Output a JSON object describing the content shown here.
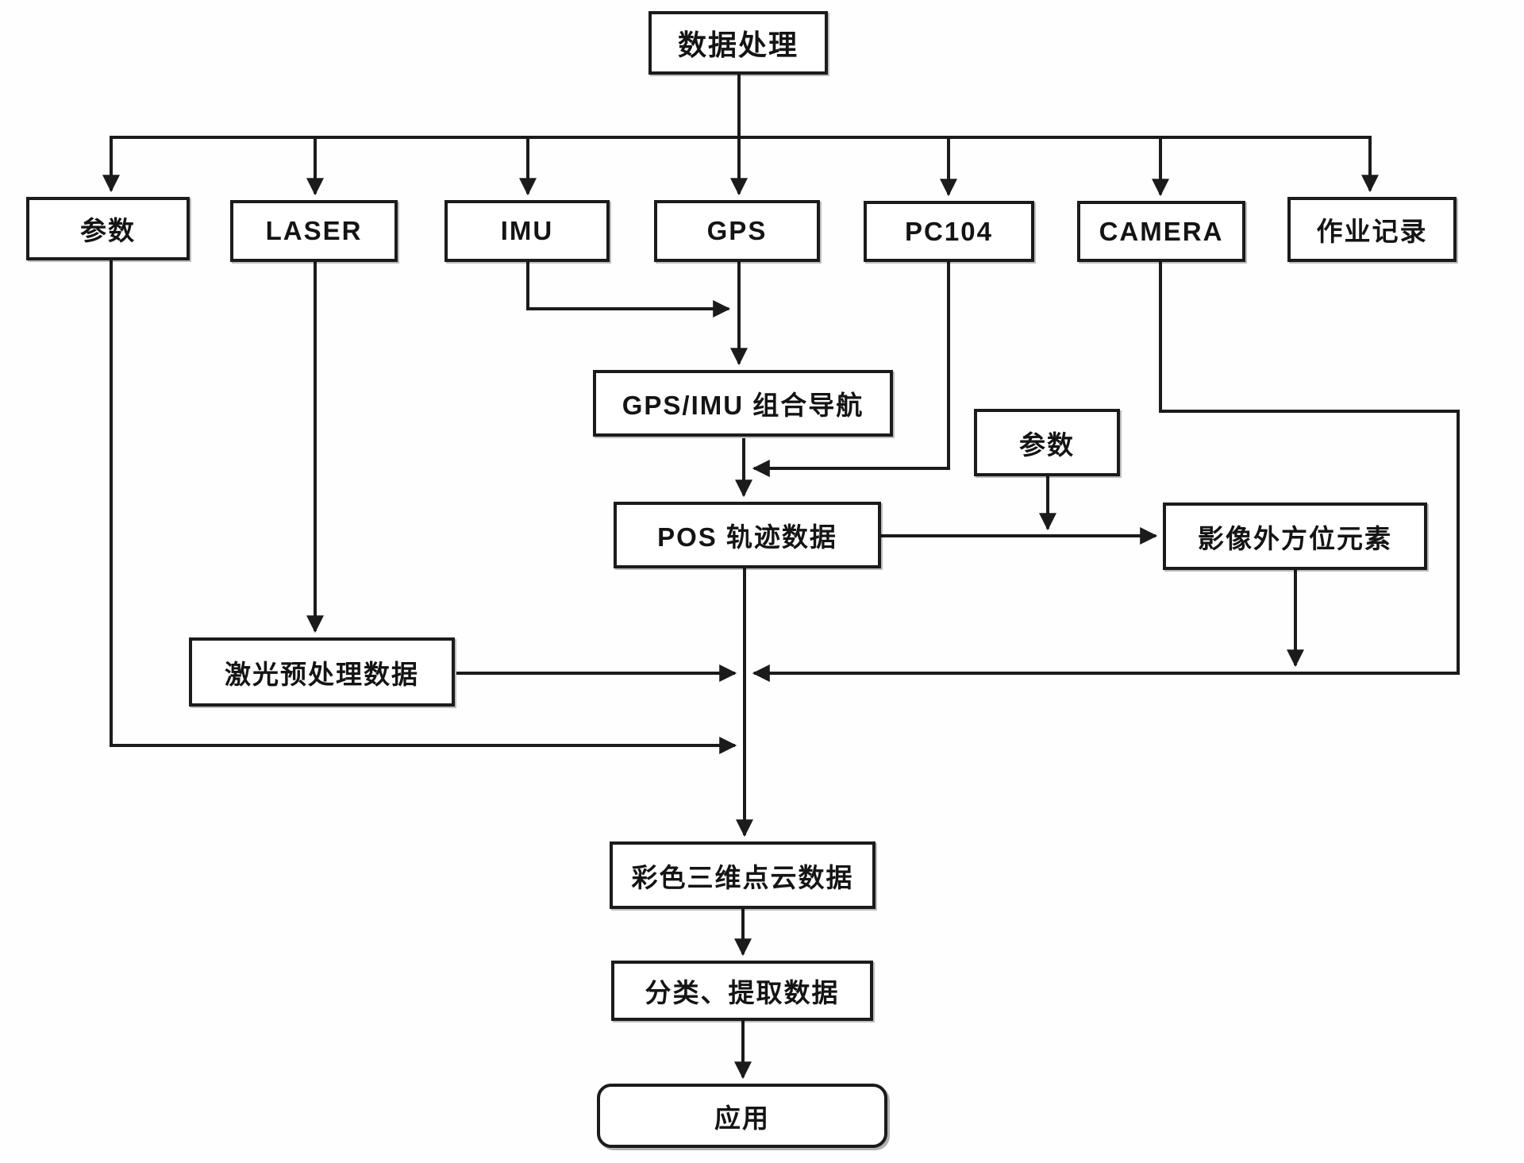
{
  "diagram": {
    "title_note": "数据处理流程图",
    "nodes": {
      "data_processing": {
        "label": "数据处理"
      },
      "params_left": {
        "label": "参数"
      },
      "laser": {
        "label": "LASER"
      },
      "imu": {
        "label": "IMU"
      },
      "gps": {
        "label": "GPS"
      },
      "pc104": {
        "label": "PC104"
      },
      "camera": {
        "label": "CAMERA"
      },
      "job_record": {
        "label": "作业记录"
      },
      "gps_imu_nav": {
        "label": "GPS/IMU 组合导航"
      },
      "params_right": {
        "label": "参数"
      },
      "pos_track": {
        "label": "POS 轨迹数据"
      },
      "image_exterior": {
        "label": "影像外方位元素"
      },
      "laser_preprocessed": {
        "label": "激光预处理数据"
      },
      "color_pointcloud": {
        "label": "彩色三维点云数据"
      },
      "classify_extract": {
        "label": "分类、提取数据"
      },
      "application": {
        "label": "应用"
      }
    },
    "colors": {
      "line": "#1b1b1b",
      "box_background": "#ffffff",
      "text": "#141414",
      "page_background": "#fefefe"
    }
  }
}
